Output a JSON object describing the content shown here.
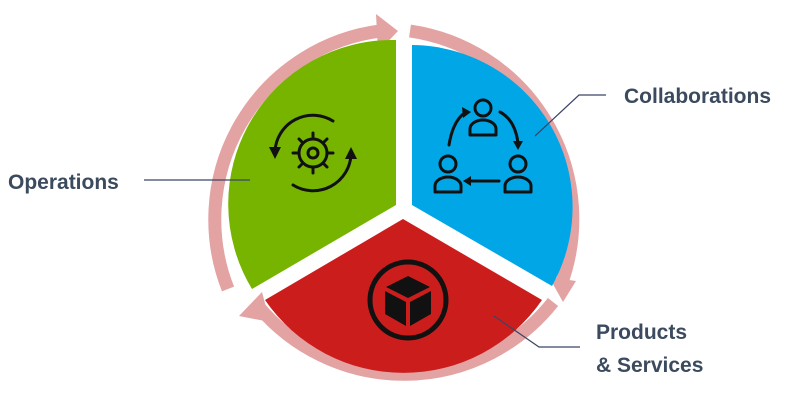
{
  "diagram": {
    "segments": [
      {
        "id": "collaborations",
        "label_lines": [
          "Collaborations"
        ],
        "color": "#00a6e6",
        "icon": "people-cycle-icon"
      },
      {
        "id": "products-services",
        "label_lines": [
          "Products",
          "& Services"
        ],
        "color": "#cc1d1d",
        "icon": "box-icon"
      },
      {
        "id": "operations",
        "label_lines": [
          "Operations"
        ],
        "color": "#76b400",
        "icon": "gear-cycle-icon"
      }
    ],
    "ring_color": "#e3a3a3",
    "leader_color": "#3a4466",
    "text_color": "#3b4a5e"
  }
}
